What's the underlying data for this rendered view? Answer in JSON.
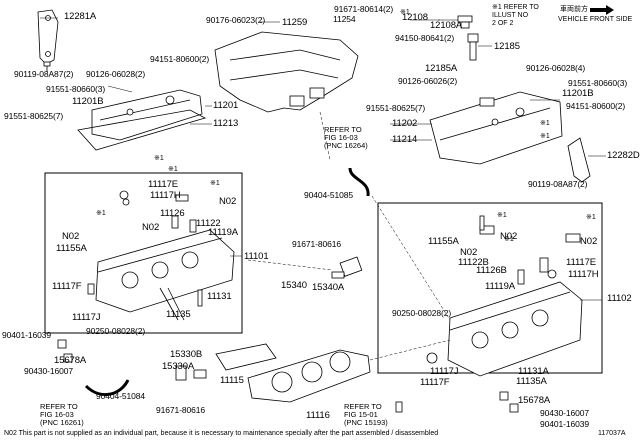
{
  "header": {
    "note_line1": "※1 REFER TO",
    "note_line2": "ILLUST NO",
    "note_line3": "2 OF 2",
    "front_jp": "車両前方",
    "front_en": "VEHICLE FRONT SIDE"
  },
  "parts": {
    "p12281A": "12281A",
    "p90119_08A87": "90119-08A87(2)",
    "p90176_06023": "90176-06023(2)",
    "p11259": "11259",
    "p91671_80614": "91671-80614(2)",
    "p11254": "11254",
    "p12108": "12108",
    "p12108A": "12108A",
    "p12185": "12185",
    "p94150_80641": "94150-80641(2)",
    "p12185A": "12185A",
    "p94151_80600_left": "94151-80600(2)",
    "p90126_06028_left": "90126-06028(2)",
    "p91551_80660_left": "91551-80660(3)",
    "p11201B_left": "11201B",
    "p91551_80625_left": "91551-80625(7)",
    "p11201_left": "11201",
    "p11213_left": "11213",
    "p90126_06026": "90126-06026(2)",
    "p90126_06028_right": "90126-06028(4)",
    "p91551_80660_right": "91551-80660(3)",
    "p11201B_right": "11201B",
    "p91551_80625_right": "91551-80625(7)",
    "p94151_80600_right": "94151-80600(2)",
    "p11202": "11202",
    "p11214": "11214",
    "p12282D": "12282D",
    "p90119_08A87_right": "90119-08A87(2)",
    "p90404_51085": "90404-51085",
    "p11117E_left": "11117E",
    "p11117H_left": "11117H",
    "pN02_a": "N02",
    "p11126": "11126",
    "p11122": "11122",
    "p11119A": "11119A",
    "pN02_b": "N02",
    "pN02_c": "N02",
    "p11155A_left": "11155A",
    "p11101": "11101",
    "p11117F_left": "11117F",
    "p11131": "11131",
    "p11117J_left": "11117J",
    "p11135": "11135",
    "p90250_08028_left": "90250-08028(2)",
    "p91671_80616_top": "91671-80616",
    "p15340": "15340",
    "p15340A": "15340A",
    "p11155A_right": "11155A",
    "pN02_d": "N02",
    "pN02_e": "N02",
    "pN02_f": "N02",
    "p11122B": "11122B",
    "p11126B": "11126B",
    "p11117E_right": "11117E",
    "p11117H_right": "11117H",
    "p11119A_right": "11119A",
    "p11102": "11102",
    "p90250_08028_right": "90250-08028(2)",
    "p90401_16039_left": "90401-16039",
    "p15678A_left": "15678A",
    "p90430_16007_left": "90430-16007",
    "p15330B": "15330B",
    "p15330A": "15330A",
    "p11115": "11115",
    "p11116": "11116",
    "p90404_51084": "90404-51084",
    "p91671_80616_bottom": "91671-80616",
    "p11117J_right": "11117J",
    "p11117F_right": "11117F",
    "p11131A": "11131A",
    "p11135A": "11135A",
    "p15678A_right": "15678A",
    "p90430_16007_right": "90430-16007",
    "p90401_16039_right": "90401-16039"
  },
  "marks": {
    "m1": "※1",
    "m2": "※1",
    "m3": "※1",
    "m4": "※1",
    "m5": "※1",
    "m6": "※1",
    "m7": "※1",
    "m8": "※1",
    "m9": "※1",
    "m10": "※1"
  },
  "refs": {
    "r1_a": "REFER TO",
    "r1_b": "FIG 16-03",
    "r1_c": "(PNC 16264)",
    "r2_a": "REFER TO",
    "r2_b": "FIG 16-03",
    "r2_c": "(PNC 16261)",
    "r3_a": "REFER TO",
    "r3_b": "FIG 15-01",
    "r3_c": "(PNC 15193)"
  },
  "footer": {
    "note": "N02 This part is not supplied as an individual part, because it is necessary to maintenance specially after the part assembled / disassembled",
    "code": "117037A"
  },
  "colors": {
    "line": "#000000",
    "fill": "#ffffff",
    "shade": "#d9d9d9"
  }
}
